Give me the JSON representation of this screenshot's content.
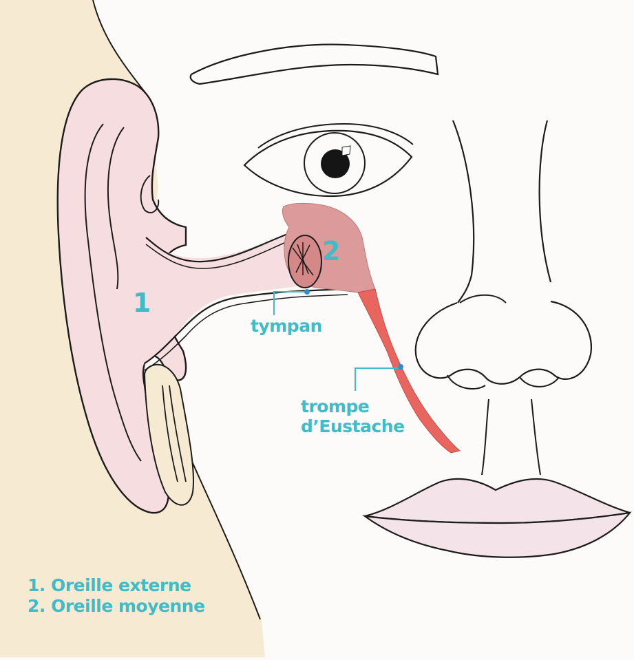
{
  "labels": {
    "region_1": "1",
    "region_2": "2",
    "tympan": "tympan",
    "trompe_line1": "trompe",
    "trompe_line2": "d’Eustache"
  },
  "legend": [
    "1. Oreille externe",
    "2. Oreille moyenne"
  ],
  "colors": {
    "label_teal": "#3fbcc7",
    "skin_neck": "#f6ead2",
    "outer_ear_pink": "#f5dde0",
    "middle_ear_pink": "#dc9b9a",
    "eustachian_red": "#e8665f",
    "outline": "#1c1c1c",
    "background": "#fdfbf9"
  }
}
